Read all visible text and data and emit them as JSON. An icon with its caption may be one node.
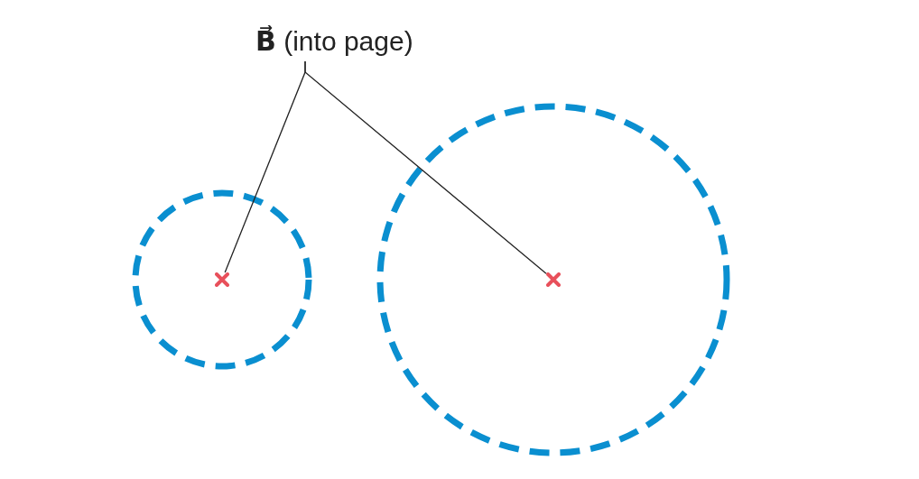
{
  "diagram": {
    "nodes": [
      {
        "text": [
          "**B⃗** (into page)"
        ]
      },
      {
        "text": [],
        "shape": "cross"
      },
      {
        "text": [],
        "shape": "cross"
      }
    ],
    "edges": [
      {
        "from": 0,
        "to": 1,
        "arrow": "none"
      },
      {
        "from": 0,
        "to": 2,
        "arrow": "none"
      }
    ]
  }
}
